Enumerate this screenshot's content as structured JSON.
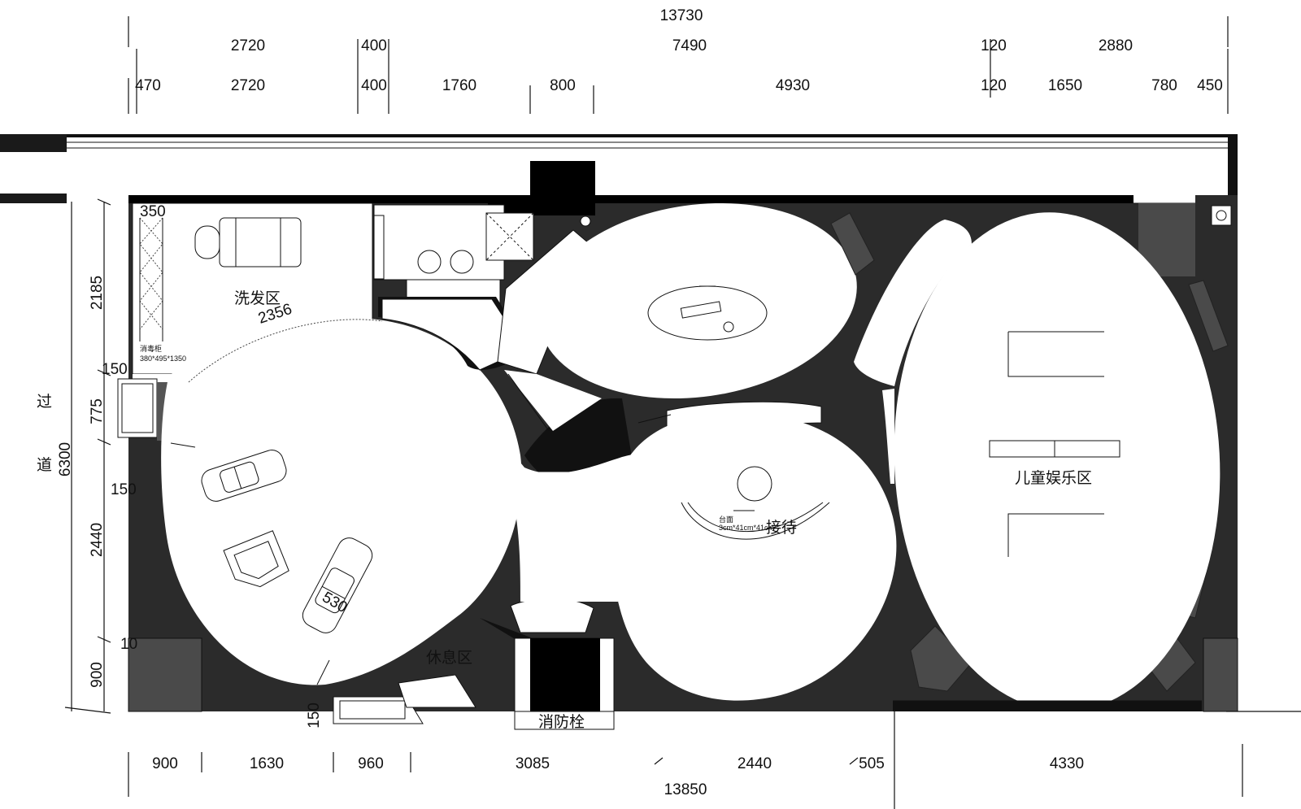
{
  "colors": {
    "wall": "#000000",
    "floor": "#2b2b2b",
    "seat": "#4a4a4a",
    "zone": "#ffffff",
    "line": "#111111"
  },
  "top_dims": {
    "overall": "13730",
    "row1": [
      "2720",
      "400",
      "7490",
      "120",
      "2880"
    ],
    "row2": [
      "470",
      "2720",
      "400",
      "1760",
      "800",
      "4930",
      "120",
      "1650",
      "780",
      "450"
    ]
  },
  "bottom_dims": {
    "row1": [
      "900",
      "1630",
      "960",
      "3085",
      "2440",
      "505",
      "4330"
    ],
    "overall": "13850"
  },
  "left_dims": {
    "items": [
      "350",
      "2185",
      "150",
      "775",
      "150",
      "2440",
      "10",
      "900",
      "150"
    ],
    "overall": "6300"
  },
  "corridor": {
    "char1": "过",
    "char2": "道"
  },
  "zones": {
    "wash": "洗发区",
    "wash_dim": "2356",
    "cabinet": "消毒柜",
    "cabinet_spec": "380*495*1350",
    "reception": "接待",
    "desk_note": "台面",
    "desk_spec": "3cm*41cm*41cm",
    "rest": "休息区",
    "rest_dim": "530",
    "kids": "儿童娱乐区",
    "hydrant": "消防栓"
  },
  "icons": [
    "car-toy-icon",
    "chair-icon",
    "sink-icon",
    "sofa-icon"
  ]
}
